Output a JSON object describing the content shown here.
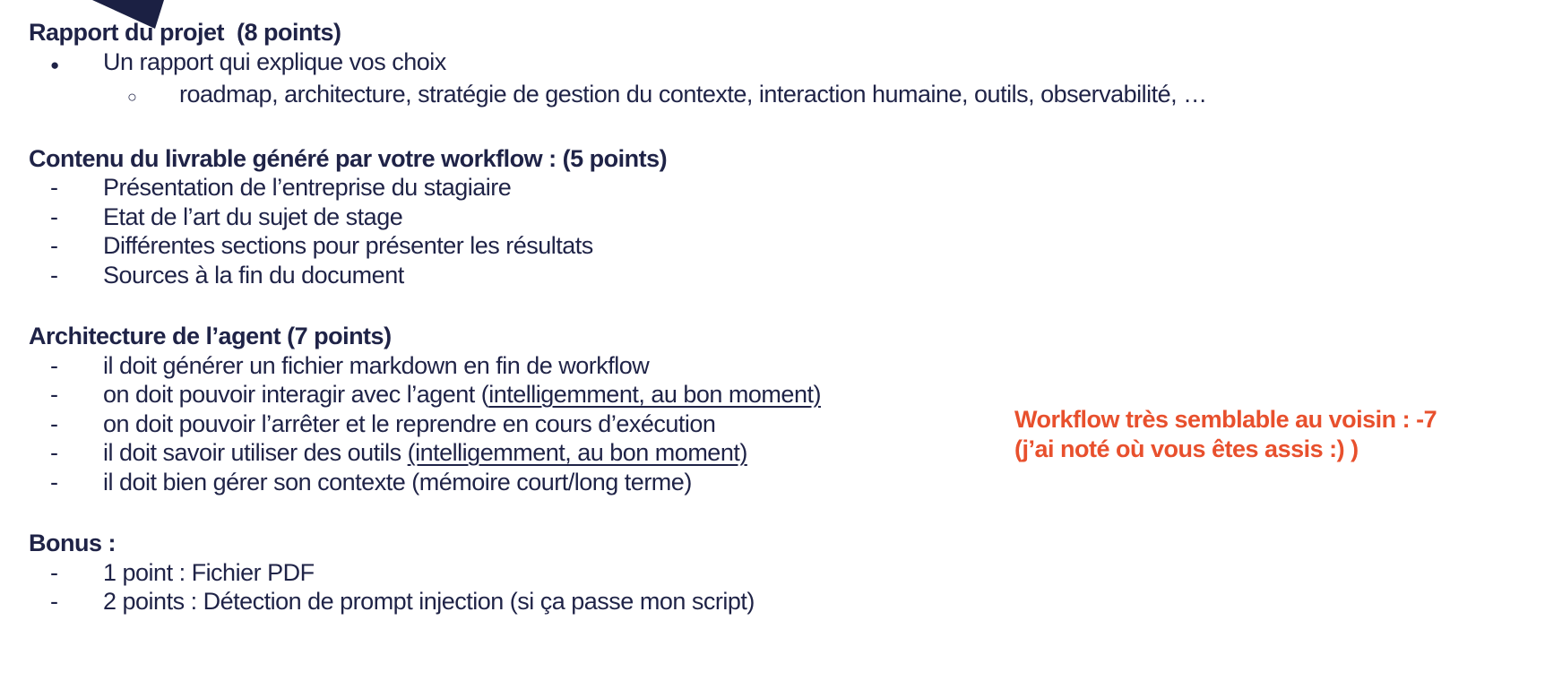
{
  "colors": {
    "text": "#1f2347",
    "annotation": "#e8502d",
    "background": "#ffffff"
  },
  "markers": {
    "disc": "●",
    "circle": "○",
    "dash": "-"
  },
  "sections": [
    {
      "heading": "Rapport du projet  (8 points)",
      "items": [
        {
          "marker": "disc",
          "text": "Un rapport qui explique vos choix"
        },
        {
          "marker": "circle",
          "text": "roadmap, architecture, stratégie de gestion du contexte, interaction humaine, outils, observabilité, …"
        }
      ]
    },
    {
      "heading": "Contenu du livrable généré par votre workflow : (5 points)",
      "items": [
        {
          "marker": "dash",
          "text": "Présentation de l’entreprise du stagiaire"
        },
        {
          "marker": "dash",
          "text": "Etat de l’art du sujet de stage"
        },
        {
          "marker": "dash",
          "text": "Différentes sections pour présenter les résultats"
        },
        {
          "marker": "dash",
          "text": "Sources à la fin du document"
        }
      ]
    },
    {
      "heading": "Architecture de l’agent (7 points)",
      "items": [
        {
          "marker": "dash",
          "text": "il doit générer un fichier markdown en fin de workflow"
        },
        {
          "marker": "dash",
          "pre": "on doit pouvoir interagir avec l’agent (",
          "underlined": "intelligemment, au bon moment)"
        },
        {
          "marker": "dash",
          "text": "on doit pouvoir l’arrêter et le reprendre en cours d’exécution"
        },
        {
          "marker": "dash",
          "pre": "il doit savoir utiliser des outils ",
          "underlined": "(intelligemment, au bon moment)"
        },
        {
          "marker": "dash",
          "text": "il doit bien gérer son contexte (mémoire court/long terme)"
        }
      ]
    },
    {
      "heading": "Bonus :",
      "items": [
        {
          "marker": "dash",
          "text": "1 point : Fichier PDF"
        },
        {
          "marker": "dash",
          "text": "2 points : Détection de prompt injection (si ça passe mon script)"
        }
      ]
    }
  ],
  "annotation": {
    "line1": "Workflow très semblable au voisin : -7",
    "line2": "(j’ai noté où vous êtes assis :) )"
  }
}
